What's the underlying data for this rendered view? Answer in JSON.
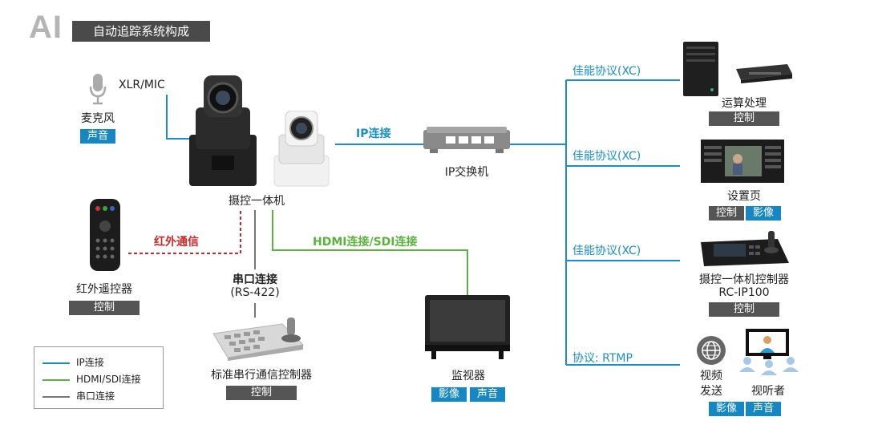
{
  "header": {
    "logo": "AI",
    "title": "自动追踪系统构成"
  },
  "microphone": {
    "port": "XLR/MIC",
    "name": "麦克风",
    "tags": [
      "声音"
    ]
  },
  "ptz": {
    "name": "摄控一体机"
  },
  "ip_link": {
    "label": "IP连接"
  },
  "switch": {
    "name": "IP交换机"
  },
  "infrared": {
    "link": "红外通信",
    "name": "红外遥控器",
    "tags": [
      "控制"
    ]
  },
  "hdmi_link": {
    "label": "HDMI连接/SDI连接"
  },
  "serial": {
    "label": "串口连接",
    "sub": "(RS-422)"
  },
  "serial_controller": {
    "name": "标准串行通信控制器",
    "tags": [
      "控制"
    ]
  },
  "monitor": {
    "name": "监视器",
    "tags": [
      "影像",
      "声音"
    ]
  },
  "right": {
    "processing": {
      "protocol": "佳能协议(XC)",
      "name": "运算处理",
      "tags": [
        "控制"
      ]
    },
    "settings": {
      "protocol": "佳能协议(XC)",
      "name": "设置页",
      "tags": [
        "控制",
        "影像"
      ]
    },
    "rc": {
      "protocol": "佳能协议(XC)",
      "name": "摄控一体机控制器",
      "model": "RC-IP100",
      "tags": [
        "控制"
      ]
    },
    "stream": {
      "protocol": "协议: RTMP",
      "send_line1": "视频",
      "send_line2": "发送",
      "viewer": "视听者",
      "tags": [
        "影像",
        "声音"
      ]
    }
  },
  "legend": {
    "items": [
      "IP连接",
      "HDMI/SDI连接",
      "串口连接"
    ]
  },
  "colors": {
    "ip": "#1a8fc6",
    "hdmi": "#5ab43c",
    "serial": "#777777",
    "infrared": "#c92a2a"
  },
  "icons": [
    "microphone-icon",
    "ptz-camera-black-icon",
    "ptz-camera-white-icon",
    "network-switch-icon",
    "ir-remote-icon",
    "serial-controller-icon",
    "monitor-icon",
    "server-tower-icon",
    "mini-pc-icon",
    "settings-page-screenshot-icon",
    "rc-ip100-controller-icon",
    "globe-icon",
    "viewer-screen-icon",
    "audience-icon"
  ]
}
